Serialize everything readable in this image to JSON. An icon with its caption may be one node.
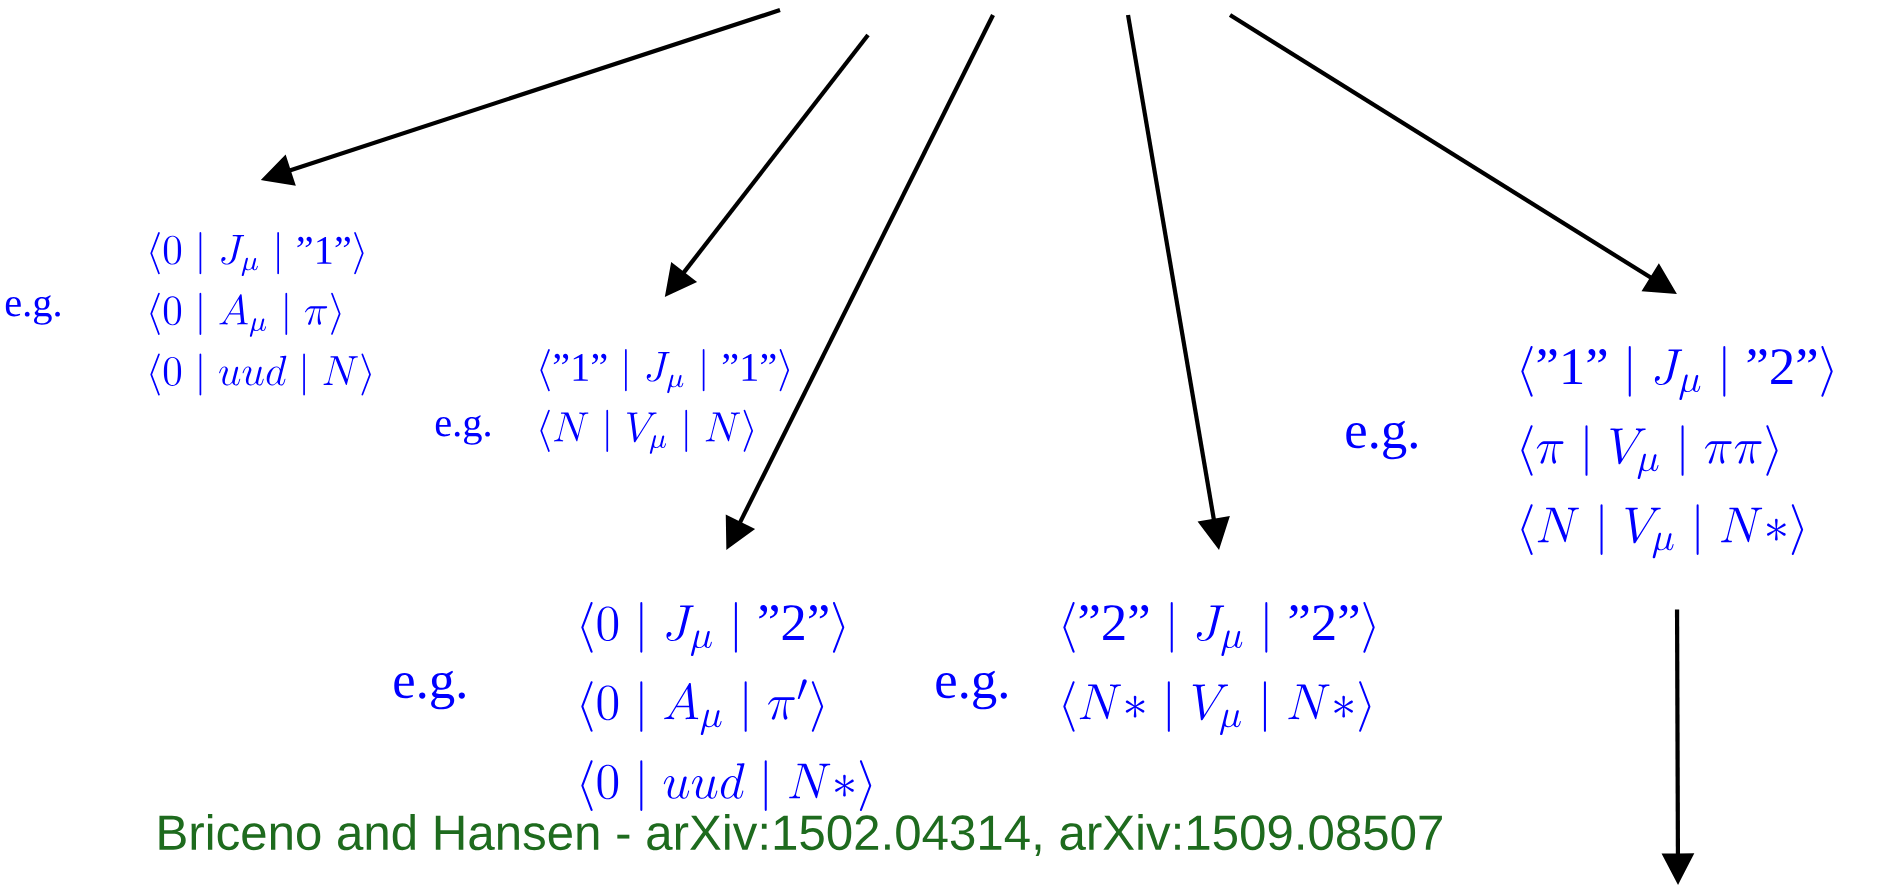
{
  "diagram": {
    "nodes": [
      {
        "text": [
          "\\langle 0 \\mid J_\\mu \\mid \\mbox{”1”} \\rangle",
          "\\langle 0 \\mid A_\\mu \\mid \\pi \\rangle",
          "\\langle 0 \\mid uud \\mid N \\rangle"
        ],
        "beside": [
          "e.g."
        ]
      },
      {
        "text": [
          "\\langle \\mbox{”1”} \\mid J_\\mu \\mid \\mbox{”1”} \\rangle",
          "\\langle N \\mid V_\\mu \\mid N \\rangle"
        ],
        "beside": [
          "e.g."
        ]
      },
      {
        "text": [
          "\\langle 0 \\mid J_\\mu \\mid \\mbox{”2”} \\rangle",
          "\\langle 0 \\mid A_\\mu \\mid \\pi' \\rangle",
          "\\langle 0 \\mid uud \\mid N* \\rangle"
        ],
        "beside": [
          "e.g."
        ]
      },
      {
        "text": [
          "\\langle \\mbox{”2”} \\mid J_\\mu \\mid \\mbox{”2”} \\rangle",
          "\\langle N* \\mid V_\\mu \\mid N* \\rangle"
        ],
        "beside": [
          "e.g."
        ]
      },
      {
        "text": [
          "\\langle \\mbox{”1”} \\mid J_\\mu \\mid \\mbox{”2”} \\rangle",
          "\\langle \\pi \\mid V_\\mu \\mid \\pi\\pi \\rangle",
          "\\langle N \\mid V_\\mu \\mid N* \\rangle"
        ],
        "beside": [
          "e.g."
        ]
      }
    ],
    "edges": [
      {
        "from": null,
        "to": 0,
        "arrow": "to"
      },
      {
        "from": null,
        "to": 1,
        "arrow": "to"
      },
      {
        "from": null,
        "to": 2,
        "arrow": "to"
      },
      {
        "from": null,
        "to": 3,
        "arrow": "to"
      },
      {
        "from": null,
        "to": 4,
        "arrow": "to"
      },
      {
        "from": 4,
        "to": null,
        "arrow": "to"
      }
    ],
    "labels": [
      "Briceno and Hansen - arXiv:1502.04314, arXiv:1509.08507"
    ]
  }
}
